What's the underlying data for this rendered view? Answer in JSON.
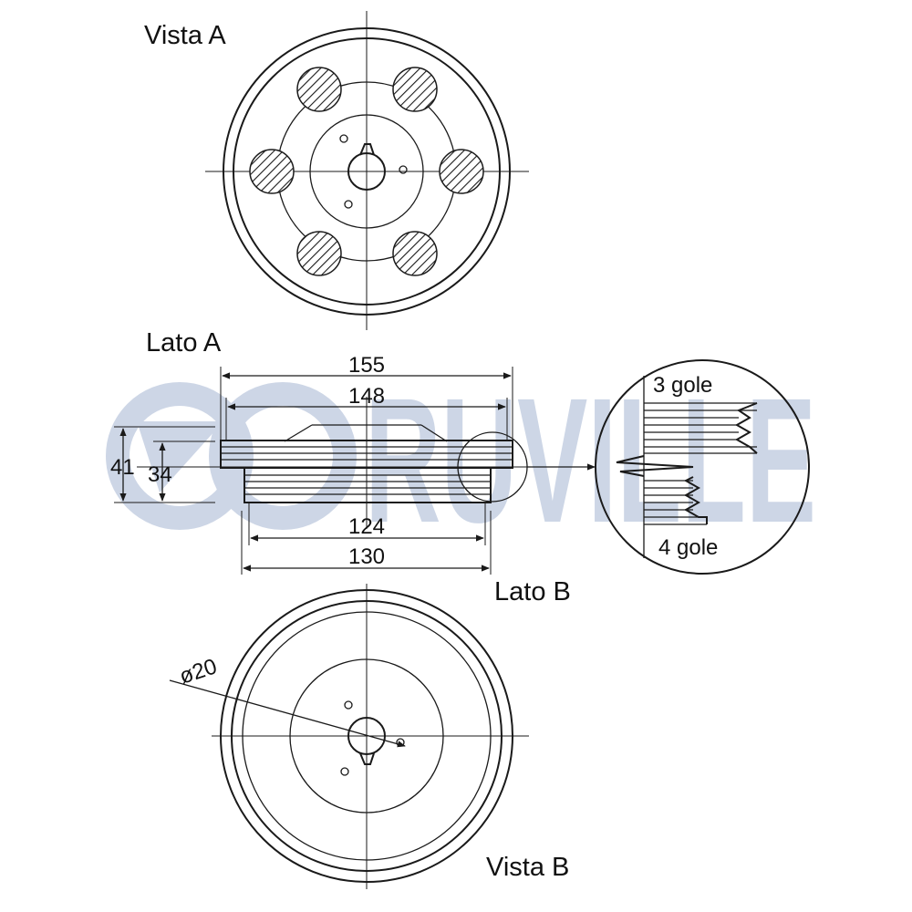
{
  "watermark": {
    "text": "RUVILLE",
    "color": "#cdd6e6"
  },
  "views": {
    "vista_a": "Vista A",
    "lato_a": "Lato A",
    "lato_b": "Lato B",
    "vista_b": "Vista B"
  },
  "dimensions": {
    "d155": "155",
    "d148": "148",
    "d124": "124",
    "d130": "130",
    "d41": "41",
    "d34": "34",
    "d20": "ø20"
  },
  "detail": {
    "top_grooves": "3 gole",
    "bottom_grooves": "4 gole"
  }
}
